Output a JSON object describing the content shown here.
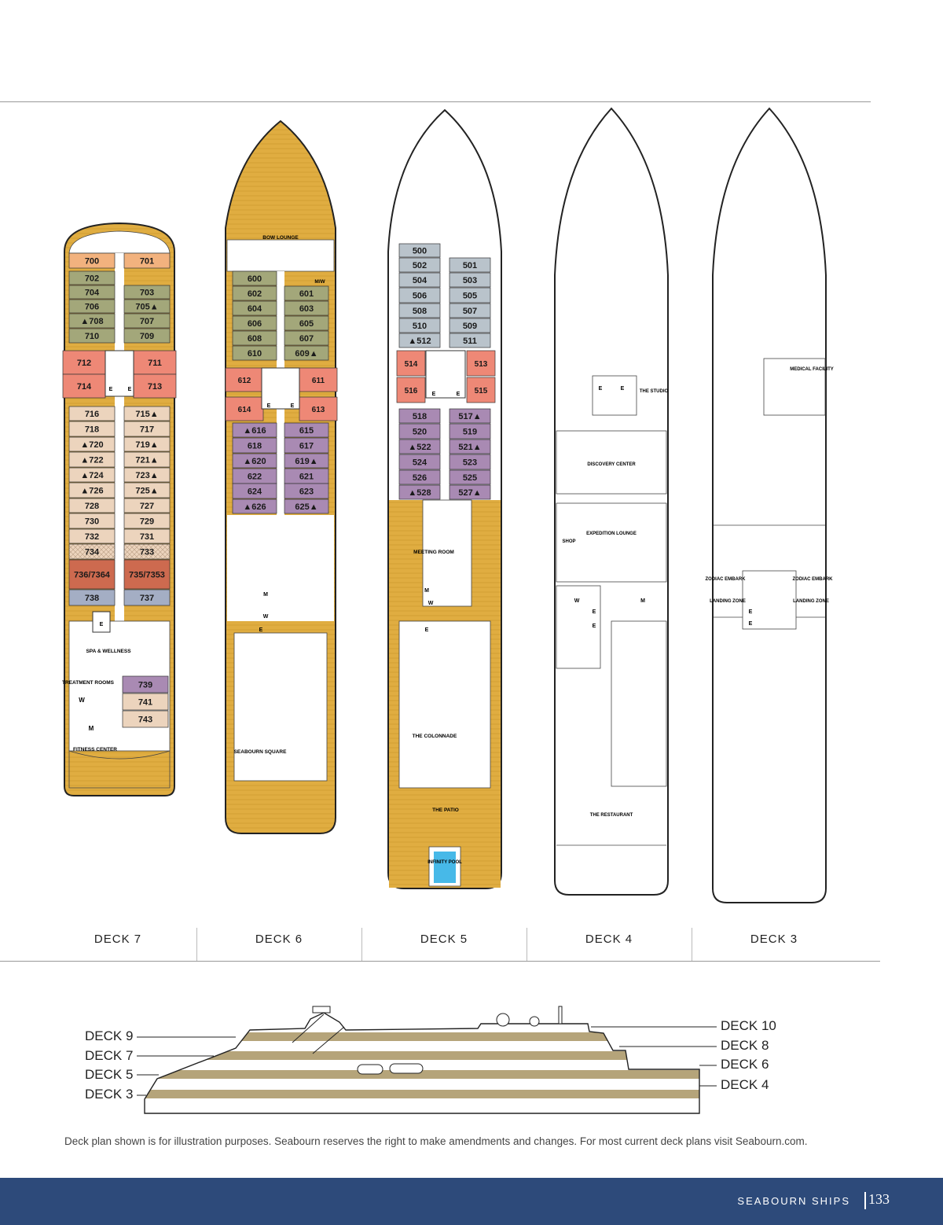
{
  "colors": {
    "deck_wood": "#e0ad41",
    "veranda_suite": "#a3a77a",
    "penthouse": "#ee8876",
    "concierge": "#a98ab3",
    "deck5_suite": "#b9c3cb",
    "premier": "#ecd4bd",
    "owners": "#f2b27e",
    "grand_wintergarden": "#cd6a4f",
    "accessible": "#a4aec4",
    "pool": "#47b9e8",
    "footer_bg": "#2d4a7a",
    "stripe": "#b5a47a"
  },
  "decks": [
    {
      "id": "deck7",
      "label": "DECK 7"
    },
    {
      "id": "deck6",
      "label": "DECK 6"
    },
    {
      "id": "deck5",
      "label": "DECK 5"
    },
    {
      "id": "deck4",
      "label": "DECK 4"
    },
    {
      "id": "deck3",
      "label": "DECK 3"
    }
  ],
  "deck7": {
    "rooms_left": [
      "700",
      "702",
      "704",
      "706",
      "▲708",
      "710",
      "712",
      "714",
      "716",
      "718",
      "▲720",
      "▲722",
      "▲724",
      "▲726",
      "728",
      "730",
      "732",
      "734",
      "736/7364",
      "738"
    ],
    "rooms_right": [
      "701",
      "703",
      "705▲",
      "707",
      "709",
      "711",
      "713",
      "715▲",
      "717",
      "719▲",
      "721▲",
      "723▲",
      "725▲",
      "727",
      "729",
      "731",
      "733",
      "735/7353",
      "737"
    ],
    "lower_rooms": [
      "739",
      "741",
      "743"
    ],
    "areas": {
      "spa": "SPA & WELLNESS",
      "treatment": "TREATMENT ROOMS",
      "fitness": "FITNESS CENTER"
    },
    "restroom_w": "W",
    "restroom_m": "M",
    "elevator": "E"
  },
  "deck6": {
    "rooms_left": [
      "600",
      "602",
      "604",
      "606",
      "608",
      "610",
      "612",
      "614",
      "▲616",
      "618",
      "▲620",
      "622",
      "624",
      "▲626"
    ],
    "rooms_right": [
      "601",
      "603",
      "605",
      "607",
      "609▲",
      "611",
      "613",
      "615",
      "617",
      "619▲",
      "621",
      "623",
      "625▲"
    ],
    "areas": {
      "bow": "BOW LOUNGE",
      "square": "SEABOURN SQUARE"
    },
    "mw": "M/W",
    "m": "M",
    "w": "W",
    "elevator": "E"
  },
  "deck5": {
    "rooms_top": "500",
    "rooms_left": [
      "502",
      "504",
      "506",
      "508",
      "510",
      "▲512",
      "514",
      "516",
      "518",
      "520",
      "▲522",
      "524",
      "526",
      "▲528"
    ],
    "rooms_right": [
      "501",
      "503",
      "505",
      "507",
      "509",
      "511",
      "513",
      "515",
      "517▲",
      "519",
      "521▲",
      "523",
      "525",
      "527▲"
    ],
    "areas": {
      "meeting": "MEETING ROOM",
      "colonnade": "THE COLONNADE",
      "patio": "THE PATIO",
      "pool": "INFINITY POOL"
    },
    "m": "M",
    "w": "W",
    "elevator": "E"
  },
  "deck4": {
    "areas": {
      "studio": "THE STUDIO",
      "discovery": "DISCOVERY CENTER",
      "expedition": "EXPEDITION LOUNGE",
      "shop": "SHOP",
      "restaurant": "THE RESTAURANT"
    },
    "w": "W",
    "m": "M",
    "elevator": "E"
  },
  "deck3": {
    "areas": {
      "medical": "MEDICAL FACILITY",
      "zodiac_left": "ZODIAC EMBARK",
      "zodiac_right": "ZODIAC EMBARK",
      "landing_left": "LANDING ZONE",
      "landing_right": "LANDING ZONE"
    },
    "elevator": "E"
  },
  "profile": {
    "left_labels": [
      "DECK 9",
      "DECK 7",
      "DECK 5",
      "DECK 3"
    ],
    "right_labels": [
      "DECK 10",
      "DECK 8",
      "DECK 6",
      "DECK 4"
    ]
  },
  "disclaimer": "Deck plan shown is for illustration purposes. Seabourn reserves the right to make amendments and changes. For most current deck plans visit Seabourn.com.",
  "footer": {
    "section": "SEABOURN SHIPS",
    "page": "133"
  }
}
